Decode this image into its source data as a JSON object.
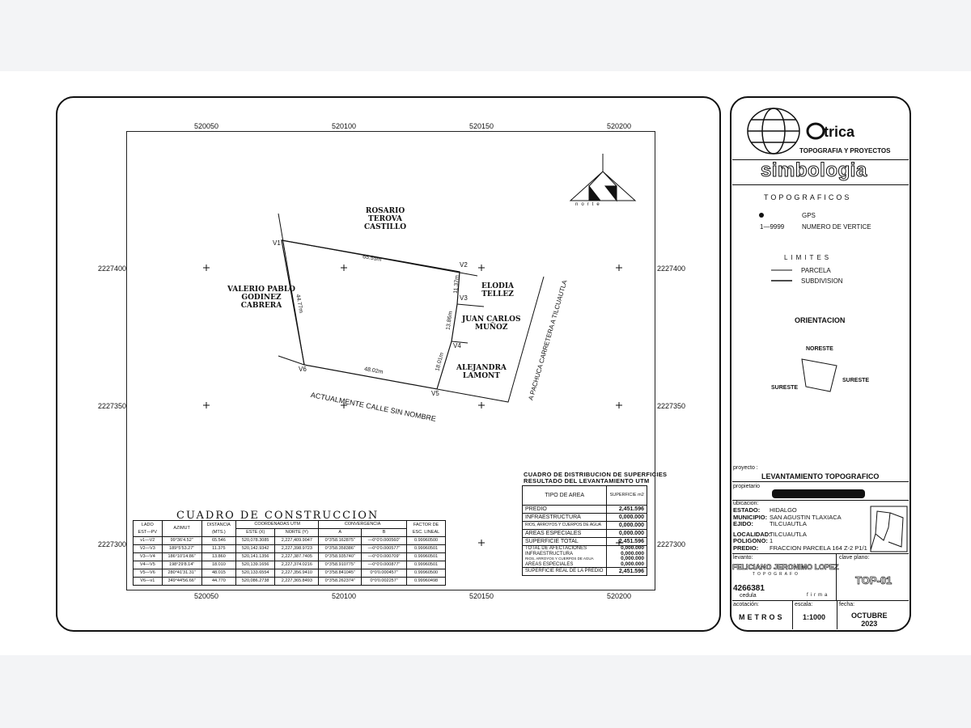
{
  "plan": {
    "grid_x": [
      "520050",
      "520100",
      "520150",
      "520200"
    ],
    "grid_y": [
      "2227400",
      "2227350",
      "2227300"
    ],
    "north_label": "norte",
    "owners": {
      "rosario": [
        "ROSARIO",
        "TEROVA",
        "CASTILLO"
      ],
      "valerio": [
        "VALERIO PABLO",
        "GODINEZ",
        "CABRERA"
      ],
      "elodia": [
        "ELODIA",
        "TELLEZ"
      ],
      "juan": [
        "JUAN CARLOS",
        "MUÑOZ"
      ],
      "alejandra": [
        "ALEJANDRA",
        "LAMONT"
      ]
    },
    "vertices": {
      "v1": "V1",
      "v2": "V2",
      "v3": "V3",
      "v4": "V4",
      "v5": "V5",
      "v6": "V6"
    },
    "distances": {
      "d12": "65.55m",
      "d23": "11.37m",
      "d34": "13.86m",
      "d45": "18.01m",
      "d56": "48.02m",
      "d61": "44.77m"
    },
    "street": "ACTUALMENTE CALLE SIN NOMBRE",
    "road": "A PACHUCA CARRETERA A TILCUAUTLA"
  },
  "construction_table": {
    "title": "CUADRO DE CONSTRUCCION",
    "headers": {
      "lado": "LADO",
      "lado_sub": "EST—PV",
      "azimut": "AZIMUT",
      "distancia": "DISTANCIA",
      "distancia_sub": "(MTS.)",
      "coord": "COORDENADAS UTM",
      "este": "ESTE (X)",
      "norte": "NORTE (Y)",
      "conv": "CONVERGENCIA",
      "conv_a": "A",
      "conv_b": "B",
      "factor": "FACTOR DE",
      "factor_sub": "ESC. LINEAL"
    },
    "rows": [
      {
        "lado": "v1—V2",
        "azimut": "99°36'4.52\"",
        "dist": "65.546",
        "este": "520,078.3085",
        "norte": "2,227,409.9047",
        "a": "0°3'58.162875\"",
        "b": "—0°0'0.000560\"",
        "factor": "0.99960500"
      },
      {
        "lado": "V2—V3",
        "azimut": "189°5'53.27\"",
        "dist": "11.375",
        "este": "520,142.9342",
        "norte": "2,227,398.9723",
        "a": "0°3'58.358386\"",
        "b": "—0°0'0.000577\"",
        "factor": "0.99960501"
      },
      {
        "lado": "V3—V4",
        "azimut": "186°10'14.86\"",
        "dist": "13.860",
        "este": "520,141.1356",
        "norte": "2,227,387.7405",
        "a": "0°3'58.935740\"",
        "b": "—0°0'0.000709\"",
        "factor": "0.99960501"
      },
      {
        "lado": "V4—V5",
        "azimut": "198°29'8.14\"",
        "dist": "18.010",
        "este": "520,139.1656",
        "norte": "2,227,374.0216",
        "a": "0°3'58.910775\"",
        "b": "—0°0'0.000877\"",
        "factor": "0.99960501"
      },
      {
        "lado": "V5—V6",
        "azimut": "280°41'31.31\"",
        "dist": "48.015",
        "este": "520,133.6554",
        "norte": "2,227,356.9410",
        "a": "0°3'58.841045\"",
        "b": "0°0'0.000457\"",
        "factor": "0.99960500"
      },
      {
        "lado": "V6—v1",
        "azimut": "349°44'56.66\"",
        "dist": "44.770",
        "este": "520,086.2738",
        "norte": "2,227,365.8493",
        "a": "0°3'58.262374\"",
        "b": "0°0'0.002257\"",
        "factor": "0.99960498"
      }
    ]
  },
  "distribution_table": {
    "title1": "CUADRO DE DISTRIBUCION DE SUPERFICIES",
    "title2": "RESULTADO DEL LEVANTAMIENTO UTM",
    "head_tipo": "TIPO DE AREA",
    "head_sup": "SUPERFICIE m2",
    "rows": [
      {
        "label": "PREDIO",
        "value": "2,451.596"
      },
      {
        "label": "INFRAESTRUCTURA",
        "value": "0,000.000"
      },
      {
        "label": "RIOS, ARROYOS Y CUERPOS DE AGUA",
        "value": "0,000.000"
      },
      {
        "label": "AREAS ESPECIALES",
        "value": "0,000.000"
      },
      {
        "label": "SUPERFICIE TOTAL",
        "value": "2,451.596"
      }
    ],
    "afect": {
      "labels": [
        "TOTAL DE AFECTACIONES",
        "INFRAESTRUCTURA",
        "RIOS, ARROYOS Y CUERPOS DE AGUA",
        "AREAS ESPECIALES"
      ],
      "values": [
        "0,000.000",
        "0,000.000",
        "0,000.000",
        "0,000.000"
      ]
    },
    "real_label": "SUPERFICIE REAL DE LA PREDIO",
    "real_value": "2,451.596"
  },
  "sidebar": {
    "logo_text": "trica",
    "logo_subtitle": "TOPOGRAFIA Y PROYECTOS",
    "simbologia": "simbologia",
    "topograficos": "TOPOGRAFICOS",
    "gps": "GPS",
    "vertex_code": "1—9999",
    "vertex_label": "NUMERO DE VERTICE",
    "limites": "LIMITES",
    "parcela": "PARCELA",
    "subdivision": "SUBDIVISION",
    "orientacion": "ORIENTACION",
    "noreste": "NORESTE",
    "sureste_left": "SURESTE",
    "sureste_right": "SURESTE",
    "proyecto_label": "proyecto :",
    "proyecto": "LEVANTAMIENTO TOPOGRAFICO",
    "propietario_label": "propietario",
    "ubicacion_label": "ubicacion:",
    "estado_label": "ESTADO:",
    "estado": "HIDALGO",
    "municipio_label": "MUNICIPIO:",
    "municipio": "SAN AGUSTIN TLAXIACA",
    "ejido_label": "EJIDO:",
    "ejido": "TILCUAUTLA",
    "localidad_label": "LOCALIDAD:",
    "localidad": "TILCUAUTLA",
    "poligono_label": "POLIGONO:",
    "poligono": "1",
    "predio_label": "PREDIO:",
    "predio": "FRACCION PARCELA 164 Z-2 P1/1",
    "levanto_label": "levanto:",
    "levanto": "FELICIANO JERONIMO LOPEZ",
    "topografo": "TOPOGRAFO",
    "cedula_num": "4266381",
    "cedula_label": "cedula",
    "firma_label": "firma",
    "clave_label": "clave plano:",
    "clave": "TOP-01",
    "acotacion_label": "acotación:",
    "acotacion": "METROS",
    "escala_label": "escala:",
    "escala": "1:1000",
    "fecha_label": "fecha:",
    "fecha_mes": "OCTUBRE",
    "fecha_anio": "2023"
  }
}
